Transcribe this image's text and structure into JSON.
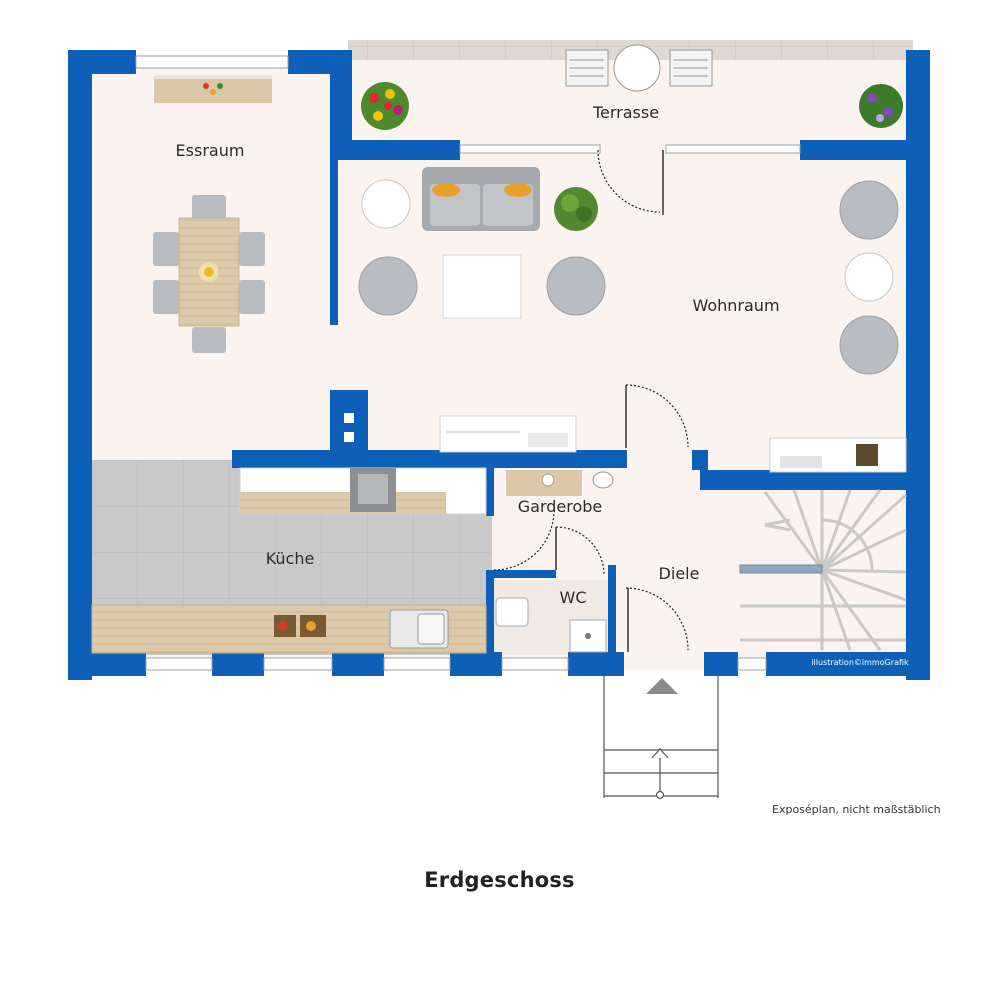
{
  "title": "Erdgeschoss",
  "note": "Exposéplan, nicht maßstäblich",
  "credit": "illustration©immoGrafik",
  "rooms": {
    "essraum": "Essraum",
    "terrasse": "Terrasse",
    "wohnraum": "Wohnraum",
    "kueche": "Küche",
    "garderobe": "Garderobe",
    "wc": "WC",
    "diele": "Diele"
  },
  "colors": {
    "wall": "#0d5fb8",
    "floor": "#fbf3ef",
    "kitchen_tile": "#c7c7c7",
    "terrace_tile": "#ddd8d3",
    "wood": "#d9c7a8",
    "chair": "#b9bcc0"
  }
}
